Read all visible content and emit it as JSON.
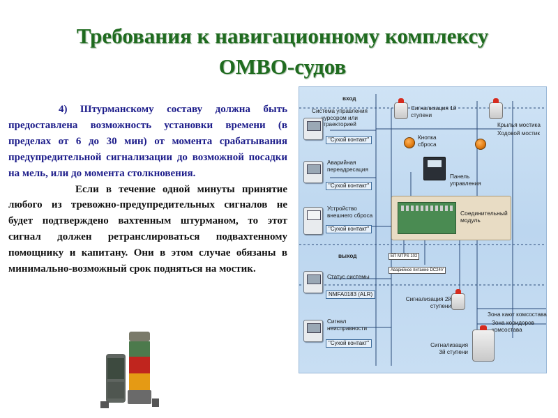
{
  "title": {
    "line1": "Требования к навигационному комплексу",
    "line2": "ОМВО-судов"
  },
  "text": {
    "p1_number": "4)",
    "p1_body": " Штурманскому составу должна быть предоставлена возможность установки времени (в пределах от 6 до 30 мин) от момента срабатывания предупредительной сигнализации до возможной посадки на мель, или до момента столкновения.",
    "p2": "Если в течение одной минуты принятие любого из тревожно-предупредительных сигналов не будет подтверждено вахтенным штурманом, то этот сигнал должен ретранслироваться подвахтенному помощнику и капитану. Они в этом случае обязаны в минимально-возможный срок подняться на мостик."
  },
  "diagram": {
    "input_label": "вход",
    "output_label": "выход",
    "cursor_system": "Система управления курсором или траекторией",
    "dry_contact": "\"Сухой контакт\"",
    "emergency_redirect": "Аварийная переадресация",
    "external_reset": "Устройство внешнего сброса",
    "alarm_stage1": "Сигнализация 1й ступени",
    "reset_button": "Кнопка сброса",
    "bridge_wings": "Крылья мостика",
    "bridge": "Ходовой мостик",
    "control_panel": "Панель управления",
    "connection_module": "Соединительный модуль",
    "part_no": "ЕП MTPS 102",
    "emergency_power": "Аварийное питание DC24V",
    "system_status": "Статус системы",
    "nmfa": "NMFA0183 (ALR)",
    "alarm_stage2": "Сигнализация 2й ступени",
    "crew_cabins": "Зона кают комсостава",
    "fault_signal": "Сигнал неисправности",
    "crew_corridors": "Зона коридоров комсостава",
    "alarm_stage3": "Сигнализация 3й ступени"
  },
  "colors": {
    "title": "#1f6b1f",
    "p1_text": "#1c1c8a",
    "diagram_bg": "#c4dbf2"
  }
}
